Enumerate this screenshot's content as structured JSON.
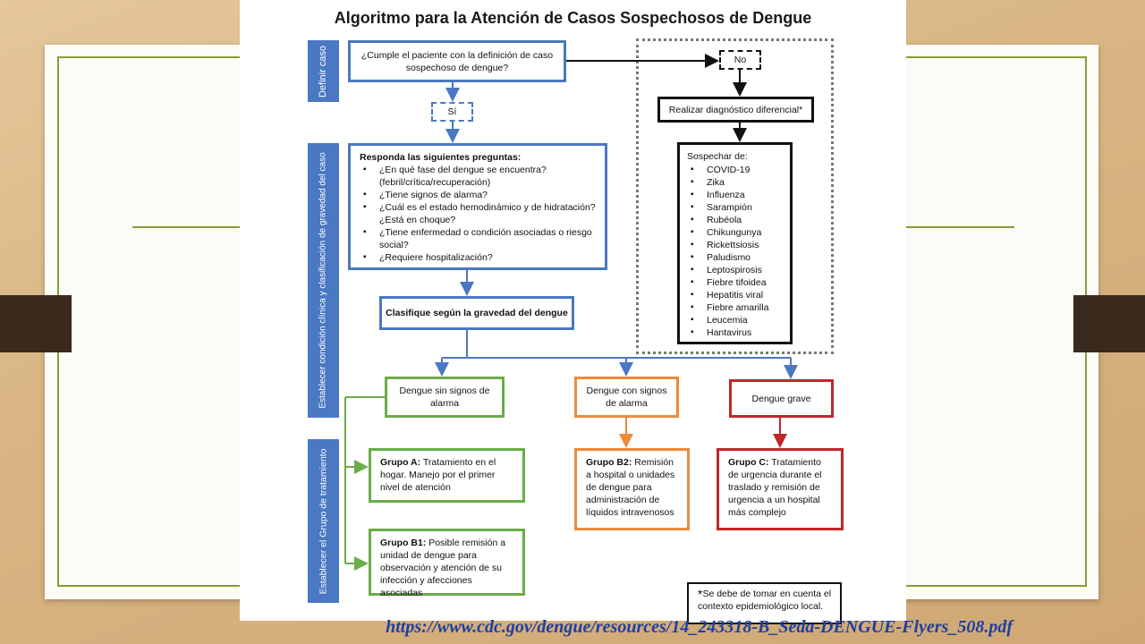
{
  "title": "Algoritmo para la Atención de Casos Sospechosos de Dengue",
  "side_labels": {
    "definir": "Definir caso",
    "establecer": "Establecer condición clínica y clasificación de gravedad del caso",
    "grupo": "Establecer el Grupo de tratamiento"
  },
  "question": "¿Cumple el paciente con la definición de caso sospechoso de dengue?",
  "yes_label": "Sí",
  "no_label": "No",
  "differential": "Realizar diagnóstico diferencial*",
  "suspect": {
    "heading": "Sospechar de:",
    "items": [
      "COVID-19",
      "Zika",
      "Influenza",
      "Sarampión",
      "Rubéola",
      "Chikungunya",
      "Rickettsiosis",
      "Paludismo",
      "Leptospirosis",
      "Fiebre tifoidea",
      "Hepatitis viral",
      "Fiebre amarilla",
      "Leucemia",
      "Hantavirus"
    ]
  },
  "questions": {
    "heading": "Responda las siguientes preguntas:",
    "items": [
      "¿En qué fase del dengue se encuentra? (febril/crítica/recuperación)",
      "¿Tiene signos de alarma?",
      "¿Cuál es el estado hemodinámico y de hidratación? ¿Está en choque?",
      "¿Tiene enfermedad o condición asociadas o riesgo social?",
      "¿Requiere hospitalización?"
    ]
  },
  "classify": "Clasifique según la gravedad del dengue",
  "categories": {
    "sin_signos": "Dengue sin signos de alarma",
    "con_signos": "Dengue con signos de alarma",
    "grave": "Dengue grave"
  },
  "groups": {
    "a": {
      "label": "Grupo A:",
      "text": " Tratamiento en el hogar. Manejo por el primer nivel de atención"
    },
    "b1": {
      "label": "Grupo B1:",
      "text": " Posible remisión a unidad de dengue para observación y atención de su infección y afecciones asociadas"
    },
    "b2": {
      "label": "Grupo B2:",
      "text": " Remisión a hospital o unidades de dengue para administración de líquidos intravenosos"
    },
    "c": {
      "label": "Grupo C:",
      "text": " Tratamiento de urgencia durante el traslado y remisión de urgencia a un hospital más complejo"
    }
  },
  "footnote": {
    "mark": "*",
    "text": "Se debe de tomar en cuenta el contexto epidemiológico local."
  },
  "source_url": "https://www.cdc.gov/dengue/resources/14_243318-B_Seda-DENGUE-Flyers_508.pdf",
  "colors": {
    "blue": "#4a78c2",
    "green": "#6aac4a",
    "orange": "#ec8a3c",
    "red": "#c0262a",
    "olive": "#8a9a3a"
  }
}
